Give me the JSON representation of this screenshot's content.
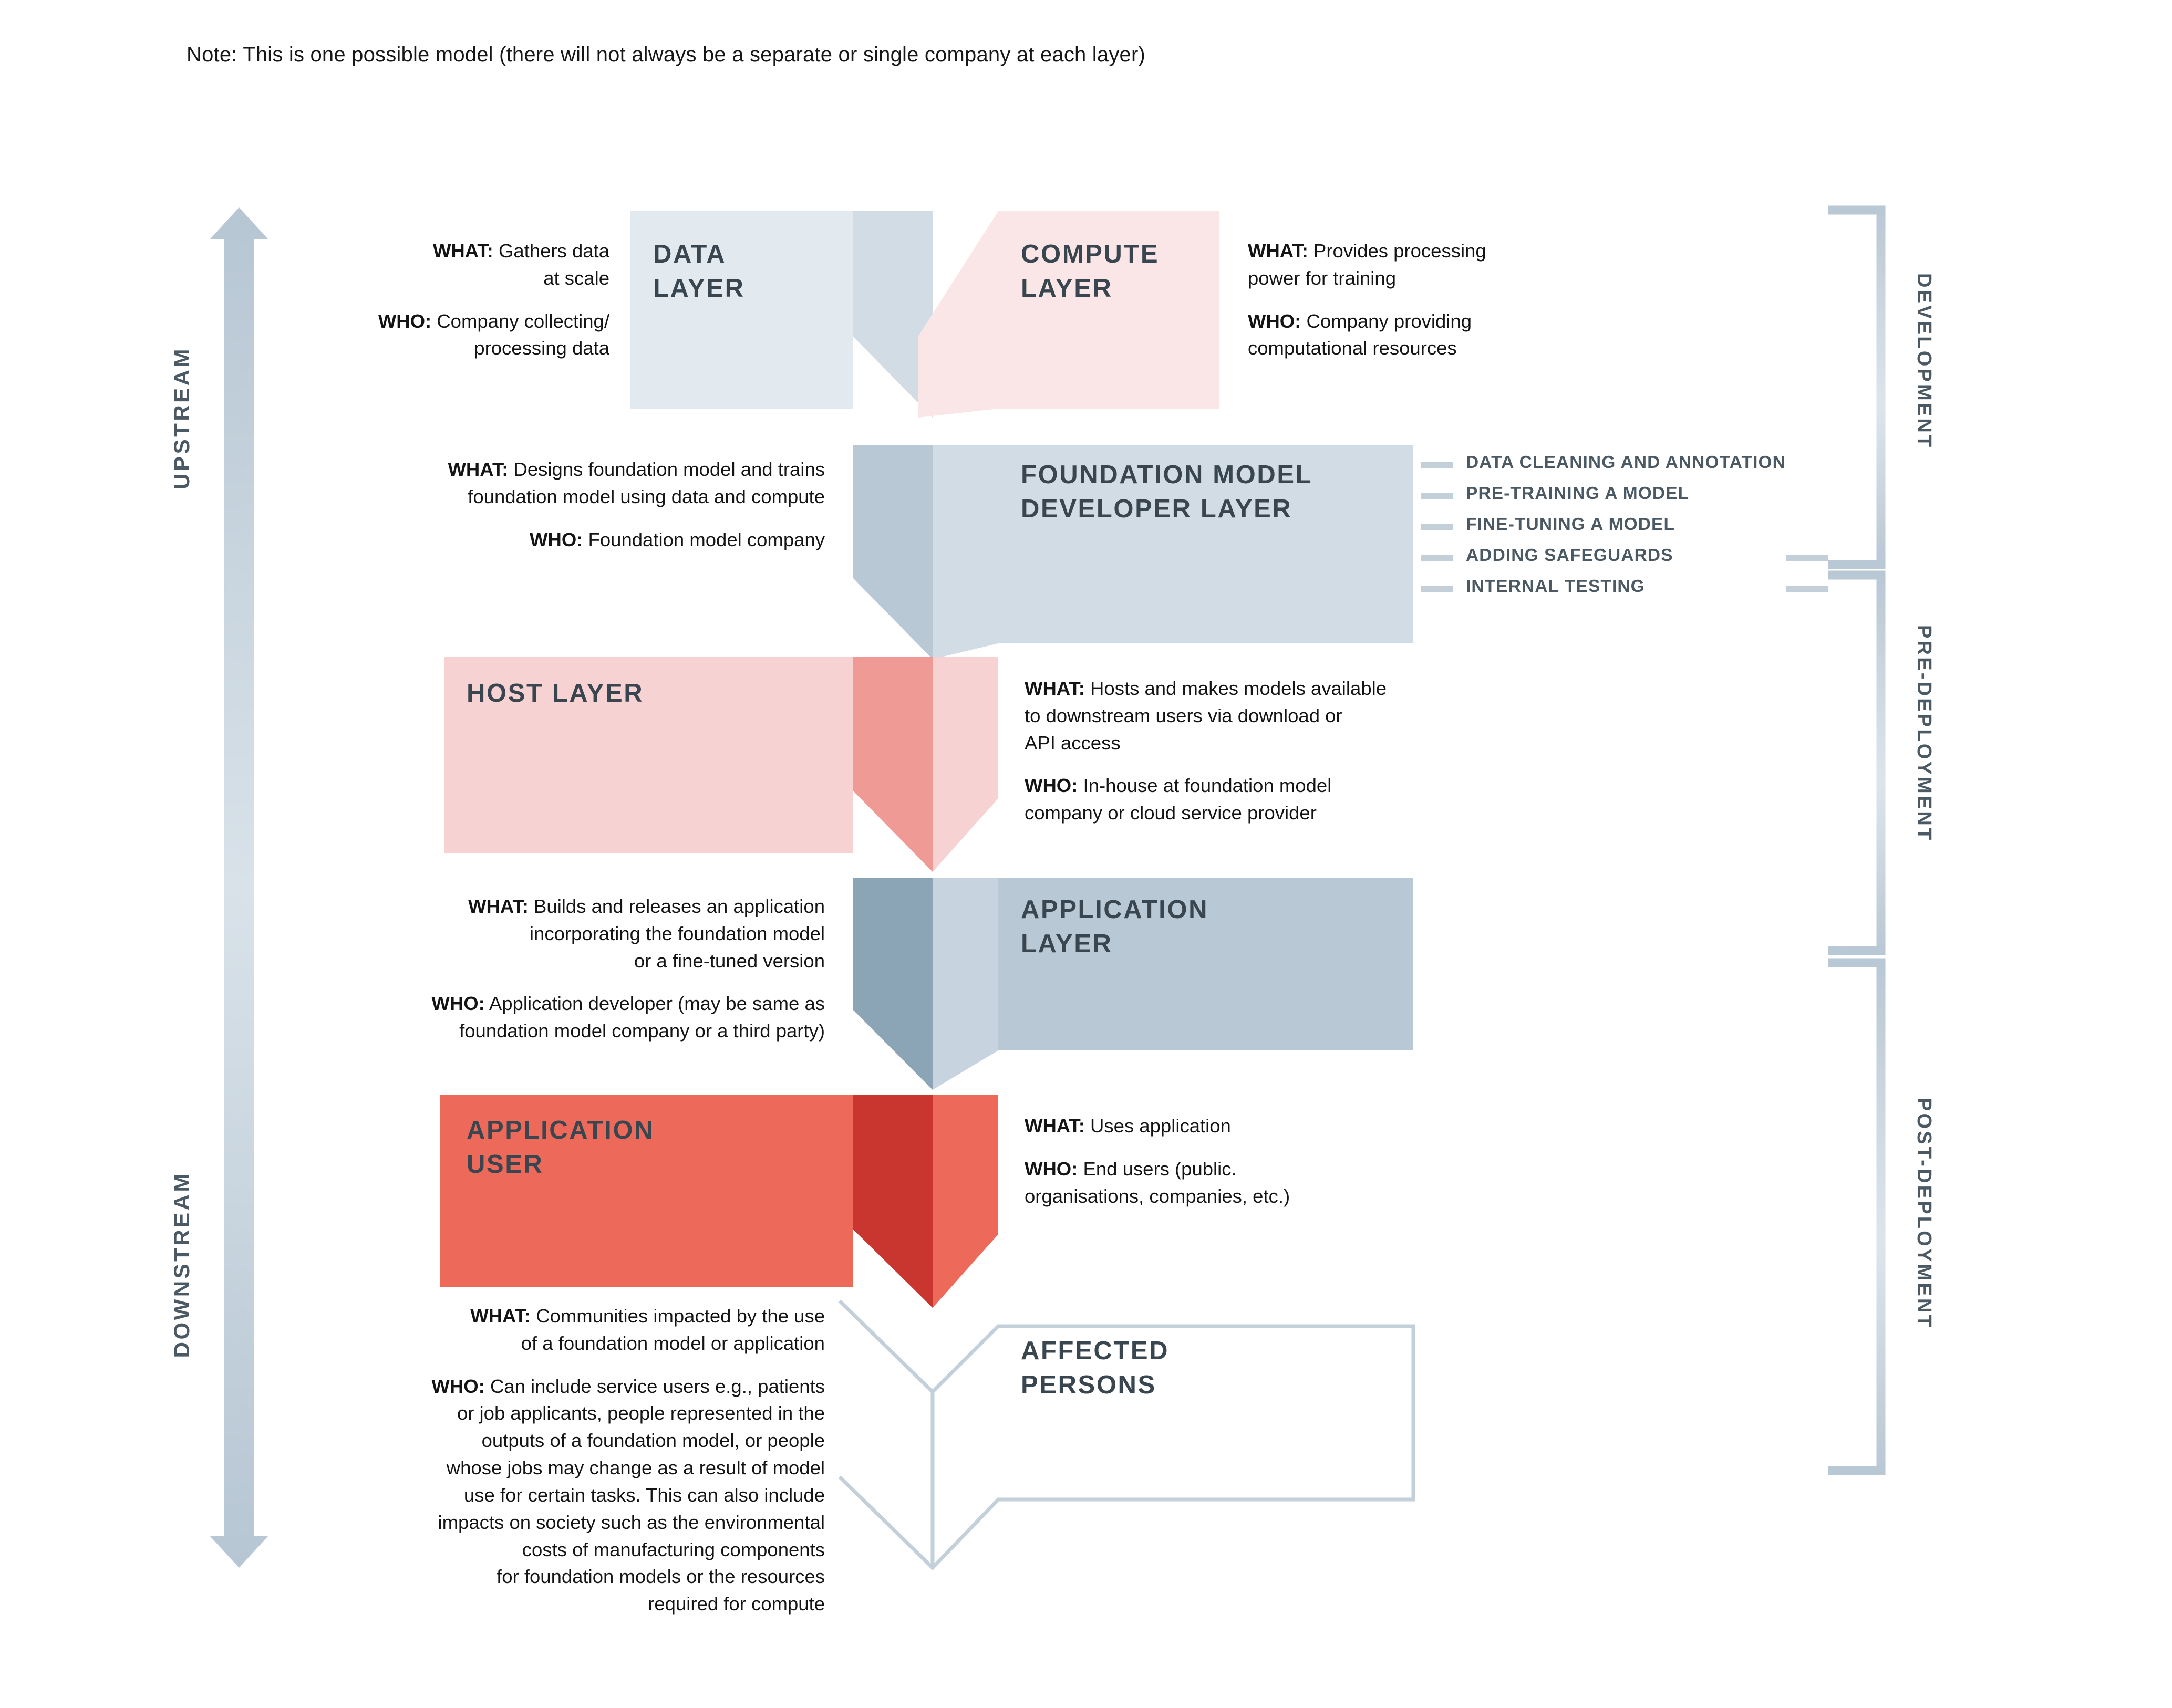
{
  "note": "Note: This is one possible model (there will not always be a separate or single company at each layer)",
  "axis": {
    "upstream": "UPSTREAM",
    "downstream": "DOWNSTREAM"
  },
  "phases": [
    {
      "label": "DEVELOPMENT"
    },
    {
      "label": "PRE-DEPLOYMENT"
    },
    {
      "label": "POST-DEPLOYMENT"
    }
  ],
  "colors": {
    "pale_blue": "#e2e9ef",
    "light_blue": "#d2dce5",
    "mid_blue": "#b9c8d5",
    "steel_blue": "#8ba4b6",
    "pale_pink": "#fbe6e7",
    "light_pink": "#f7d2d2",
    "salmon": "#f09a96",
    "red": "#ed6a5a",
    "dark_red": "#c9352f",
    "title_text": "#39464f",
    "label_text": "#4a5963",
    "bracket": "#c3d0da",
    "outline": "#c3d0da"
  },
  "layers": [
    {
      "id": "data-layer",
      "title": "DATA\nLAYER",
      "what_label": "WHAT:",
      "what": "Gathers data at scale",
      "who_label": "WHO:",
      "who": "Company collecting/ processing data",
      "what_lines": [
        "Gathers data",
        "at scale"
      ],
      "who_lines": [
        "Company collecting/",
        "processing data"
      ]
    },
    {
      "id": "compute-layer",
      "title": "COMPUTE\nLAYER",
      "what_label": "WHAT:",
      "what": "Provides processing power for training",
      "who_label": "WHO:",
      "who": "Company providing computational resources",
      "what_lines": [
        "Provides processing",
        "power for training"
      ],
      "who_lines": [
        "Company providing",
        "computational resources"
      ]
    },
    {
      "id": "foundation-model-developer-layer",
      "title": "FOUNDATION MODEL\nDEVELOPER LAYER",
      "what_label": "WHAT:",
      "what": "Designs foundation model and trains foundation model using data and compute",
      "who_label": "WHO:",
      "who": "Foundation model company",
      "what_lines": [
        "Designs foundation model and trains",
        "foundation model using data and compute"
      ],
      "who_lines": [
        "Foundation model company"
      ],
      "processes": [
        "DATA CLEANING AND ANNOTATION",
        "PRE-TRAINING A MODEL",
        "FINE-TUNING A MODEL",
        "ADDING SAFEGUARDS",
        "INTERNAL TESTING"
      ]
    },
    {
      "id": "host-layer",
      "title": "HOST LAYER",
      "what_label": "WHAT:",
      "what": "Hosts and makes models available to downstream users via download or API access",
      "who_label": "WHO:",
      "who": "In-house at foundation model company or cloud service provider",
      "what_lines": [
        "Hosts and makes models available",
        "to downstream users via download or",
        "API access"
      ],
      "who_lines": [
        "In-house at foundation model",
        "company or cloud service provider"
      ]
    },
    {
      "id": "application-layer",
      "title": "APPLICATION\nLAYER",
      "what_label": "WHAT:",
      "what": "Builds and releases an application incorporating the foundation model or a fine-tuned version",
      "who_label": "WHO:",
      "who": "Application developer (may be same as foundation model company or a third party)",
      "what_lines": [
        "Builds and releases an application",
        "incorporating the foundation model",
        "or a fine-tuned version"
      ],
      "who_lines": [
        "Application developer (may be same as",
        "foundation model company or a third party)"
      ]
    },
    {
      "id": "application-user",
      "title": "APPLICATION\nUSER",
      "what_label": "WHAT:",
      "what": "Uses application",
      "who_label": "WHO:",
      "who": "End users (public. organisations, companies, etc.)",
      "what_lines": [
        "Uses application"
      ],
      "who_lines": [
        "End users (public.",
        "organisations, companies, etc.)"
      ]
    },
    {
      "id": "affected-persons",
      "title": "AFFECTED\nPERSONS",
      "what_label": "WHAT:",
      "what": "Communities impacted by the use of a foundation model or application",
      "who_label": "WHO:",
      "who": "Can include service users e.g., patients or job applicants, people represented in the outputs of a foundation model, or people whose jobs may change as a result of model use for certain tasks. This can also include impacts on society such as the environmental costs of manufacturing components for foundation models or the resources required for compute",
      "what_lines": [
        "Communities impacted by the use",
        "of a foundation model or application"
      ],
      "who_lines": [
        "Can include service users e.g., patients",
        "or job applicants, people represented in the",
        "outputs of a foundation model, or people",
        "whose jobs may change as a result of model",
        "use for certain tasks. This can also include",
        "impacts on society such as the environmental",
        "costs of manufacturing components",
        "for foundation models or the resources",
        "required for compute"
      ]
    }
  ]
}
